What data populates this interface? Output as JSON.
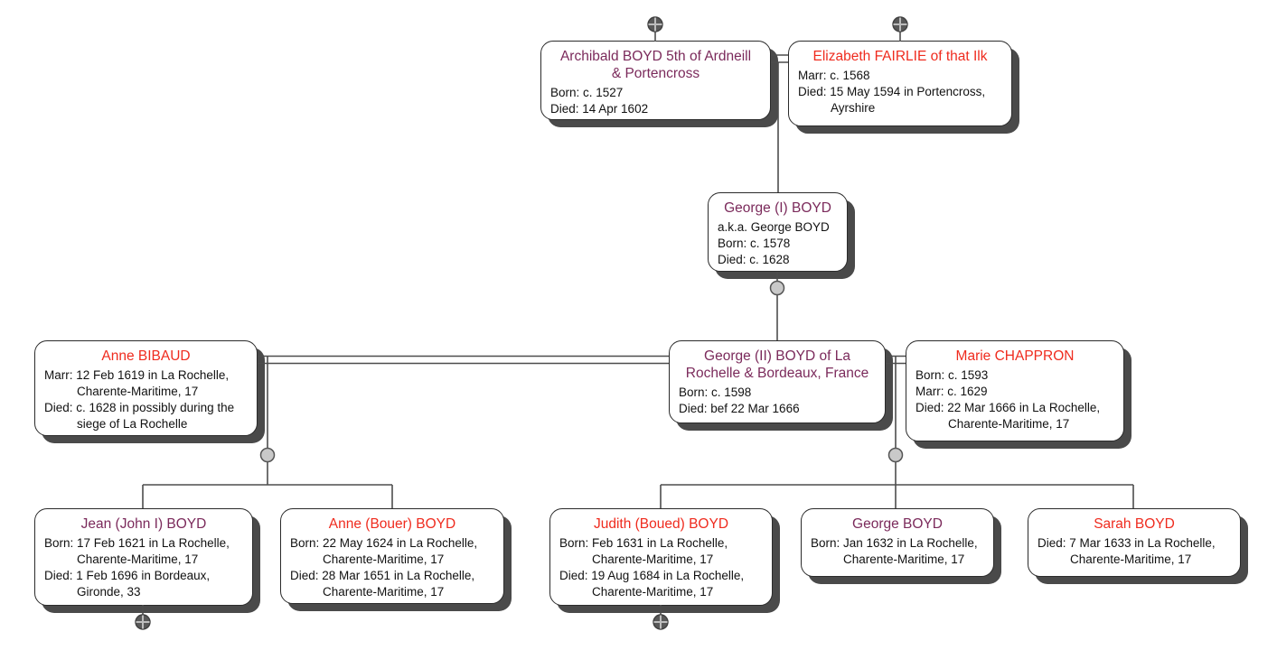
{
  "app": {
    "title": "BOYD family tree chart",
    "background": "#ffffff"
  },
  "colors": {
    "male_title": "#7B2A5B",
    "female_title": "#EF2B1E",
    "body_text": "#111111",
    "box_border": "#2b2b2b",
    "box_shadow": "#4a4a4a",
    "connector_line": "#4d4d4d",
    "junction_fill": "#c9c9c9",
    "junction_stroke": "#555555",
    "expand_fill": "#595959",
    "expand_cross": "#bdbdbd"
  },
  "icons": {
    "expand": "circle-plus (expand more generations)",
    "junction": "gray junction dot"
  },
  "persons": [
    {
      "id": "archibald-boyd",
      "title_lines": [
        "Archibald BOYD 5th of Ardneill",
        "& Portencross"
      ],
      "title_color": "#7B2A5B",
      "body": [
        {
          "text": "Born: c. 1527",
          "cont": false
        },
        {
          "text": "Died: 14 Apr 1602",
          "cont": false
        }
      ]
    },
    {
      "id": "elizabeth-fairlie",
      "title_lines": [
        "Elizabeth FAIRLIE of that Ilk"
      ],
      "title_color": "#EF2B1E",
      "body": [
        {
          "text": "Marr: c. 1568",
          "cont": false
        },
        {
          "text": "Died: 15 May 1594 in Portencross,",
          "cont": false
        },
        {
          "text": "Ayrshire",
          "cont": true
        }
      ]
    },
    {
      "id": "george-i-boyd",
      "title_lines": [
        "George (I) BOYD"
      ],
      "title_color": "#7B2A5B",
      "body": [
        {
          "text": "a.k.a. George BOYD",
          "cont": false
        },
        {
          "text": "Born: c. 1578",
          "cont": false
        },
        {
          "text": "Died: c. 1628",
          "cont": false
        }
      ]
    },
    {
      "id": "anne-bibaud",
      "title_lines": [
        "Anne BIBAUD"
      ],
      "title_color": "#EF2B1E",
      "body": [
        {
          "text": "Marr: 12 Feb 1619 in La Rochelle,",
          "cont": false
        },
        {
          "text": "Charente-Maritime, 17",
          "cont": true
        },
        {
          "text": "Died: c. 1628 in possibly during the",
          "cont": false
        },
        {
          "text": "siege of La Rochelle",
          "cont": true
        }
      ]
    },
    {
      "id": "george-ii-boyd",
      "title_lines": [
        "George (II) BOYD of La",
        "Rochelle & Bordeaux, France"
      ],
      "title_color": "#7B2A5B",
      "body": [
        {
          "text": "Born: c. 1598",
          "cont": false
        },
        {
          "text": "Died: bef 22 Mar 1666",
          "cont": false
        }
      ]
    },
    {
      "id": "marie-chappron",
      "title_lines": [
        "Marie CHAPPRON"
      ],
      "title_color": "#EF2B1E",
      "body": [
        {
          "text": "Born: c. 1593",
          "cont": false
        },
        {
          "text": "Marr: c. 1629",
          "cont": false
        },
        {
          "text": "Died: 22 Mar 1666 in La Rochelle,",
          "cont": false
        },
        {
          "text": "Charente-Maritime, 17",
          "cont": true
        }
      ]
    },
    {
      "id": "jean-john-i-boyd",
      "title_lines": [
        "Jean (John I) BOYD"
      ],
      "title_color": "#7B2A5B",
      "body": [
        {
          "text": "Born: 17 Feb 1621 in La Rochelle,",
          "cont": false
        },
        {
          "text": "Charente-Maritime, 17",
          "cont": true
        },
        {
          "text": "Died: 1 Feb 1696 in Bordeaux,",
          "cont": false
        },
        {
          "text": "Gironde, 33",
          "cont": true
        }
      ]
    },
    {
      "id": "anne-bouer-boyd",
      "title_lines": [
        "Anne (Bouer) BOYD"
      ],
      "title_color": "#EF2B1E",
      "body": [
        {
          "text": "Born: 22 May 1624 in La Rochelle,",
          "cont": false
        },
        {
          "text": "Charente-Maritime, 17",
          "cont": true
        },
        {
          "text": "Died: 28 Mar 1651 in La Rochelle,",
          "cont": false
        },
        {
          "text": "Charente-Maritime, 17",
          "cont": true
        }
      ]
    },
    {
      "id": "judith-boued-boyd",
      "title_lines": [
        "Judith (Boued) BOYD"
      ],
      "title_color": "#EF2B1E",
      "body": [
        {
          "text": "Born: Feb 1631 in La Rochelle,",
          "cont": false
        },
        {
          "text": "Charente-Maritime, 17",
          "cont": true
        },
        {
          "text": "Died: 19 Aug 1684 in La Rochelle,",
          "cont": false
        },
        {
          "text": "Charente-Maritime, 17",
          "cont": true
        }
      ]
    },
    {
      "id": "george-boyd",
      "title_lines": [
        "George BOYD"
      ],
      "title_color": "#7B2A5B",
      "body": [
        {
          "text": "Born: Jan 1632 in La Rochelle,",
          "cont": false
        },
        {
          "text": "Charente-Maritime, 17",
          "cont": true
        }
      ]
    },
    {
      "id": "sarah-boyd",
      "title_lines": [
        "Sarah BOYD"
      ],
      "title_color": "#EF2B1E",
      "body": [
        {
          "text": "Died: 7 Mar 1633 in La Rochelle,",
          "cont": false
        },
        {
          "text": "Charente-Maritime, 17",
          "cont": true
        }
      ]
    }
  ]
}
